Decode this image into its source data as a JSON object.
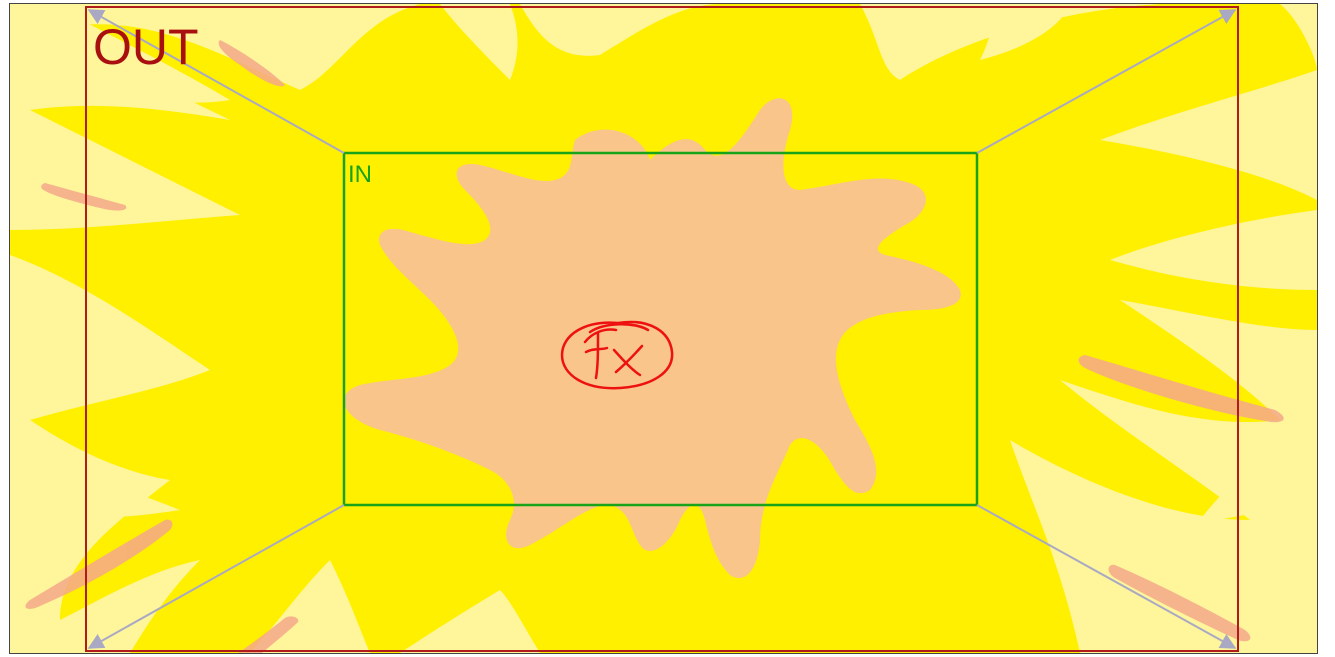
{
  "labels": {
    "out": "OUT",
    "in": "IN",
    "fx_mark": "Fx"
  },
  "colors": {
    "background_pale": "#fff59b",
    "glow_yellow": "#fff000",
    "splash_peach": "#f9c58a",
    "outer_frame": "#b01c1c",
    "inner_frame": "#19a319",
    "arrow": "#a9a9c4",
    "fx_stroke": "#ee1111",
    "streak": "#f5a88a"
  }
}
